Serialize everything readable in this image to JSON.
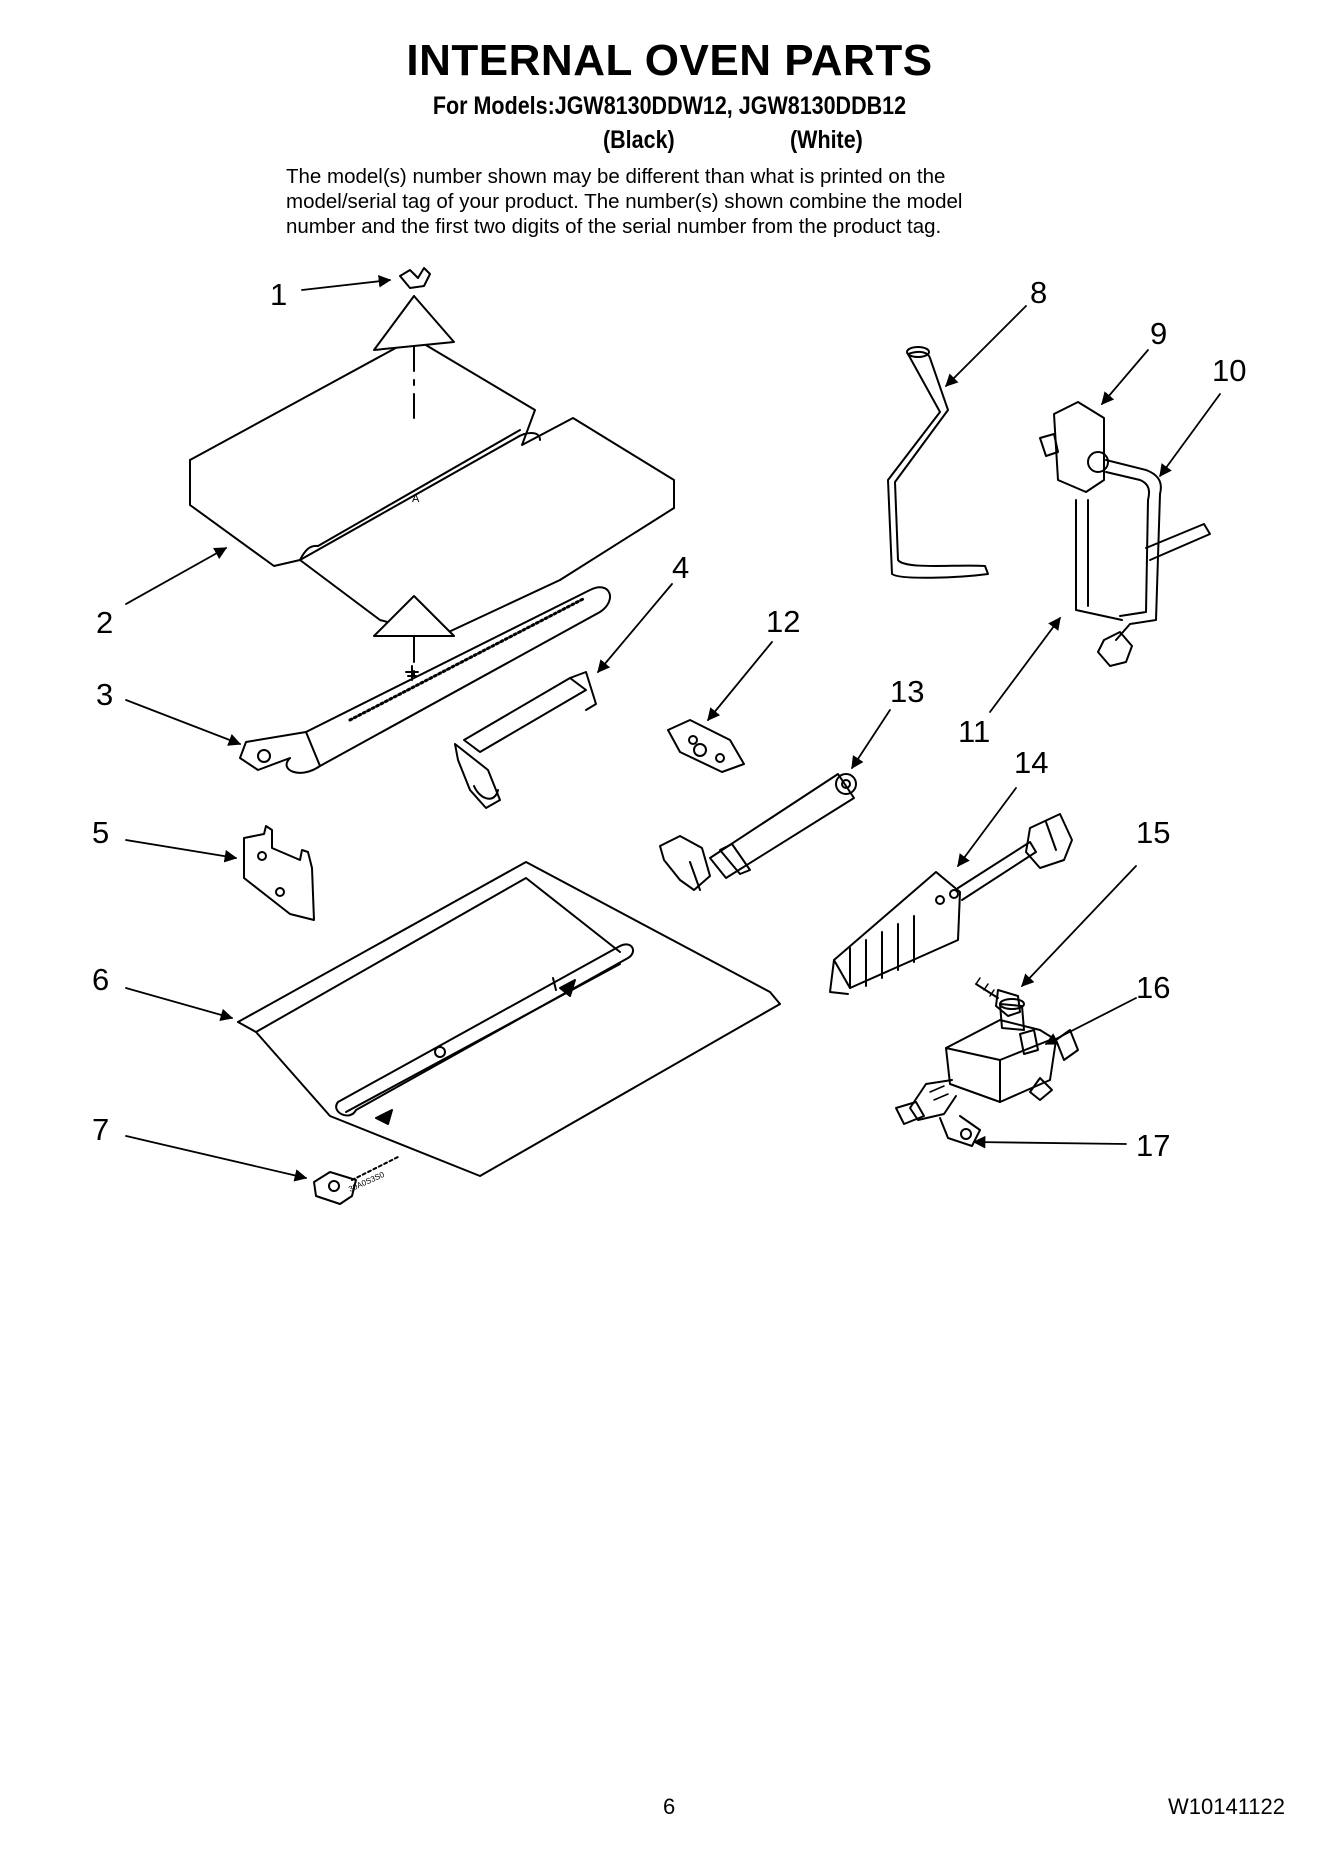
{
  "header": {
    "title": "INTERNAL OVEN PARTS",
    "models_line": "For Models:JGW8130DDW12, JGW8130DDB12",
    "variant_black": "(Black)",
    "variant_white": "(White)",
    "note_lines": [
      "The model(s) number shown may be different than what is printed on the",
      "model/serial tag of your product. The number(s) shown combine the model",
      "number and the first two digits of the serial number from the product tag."
    ]
  },
  "callouts": [
    "1",
    "2",
    "3",
    "4",
    "5",
    "6",
    "7",
    "8",
    "9",
    "10",
    "11",
    "12",
    "13",
    "14",
    "15",
    "16",
    "17"
  ],
  "part_markings": {
    "baffle_mark": "A",
    "strip_mark": "30A0S3S0"
  },
  "footer": {
    "page_number": "6",
    "doc_number": "W10141122"
  }
}
